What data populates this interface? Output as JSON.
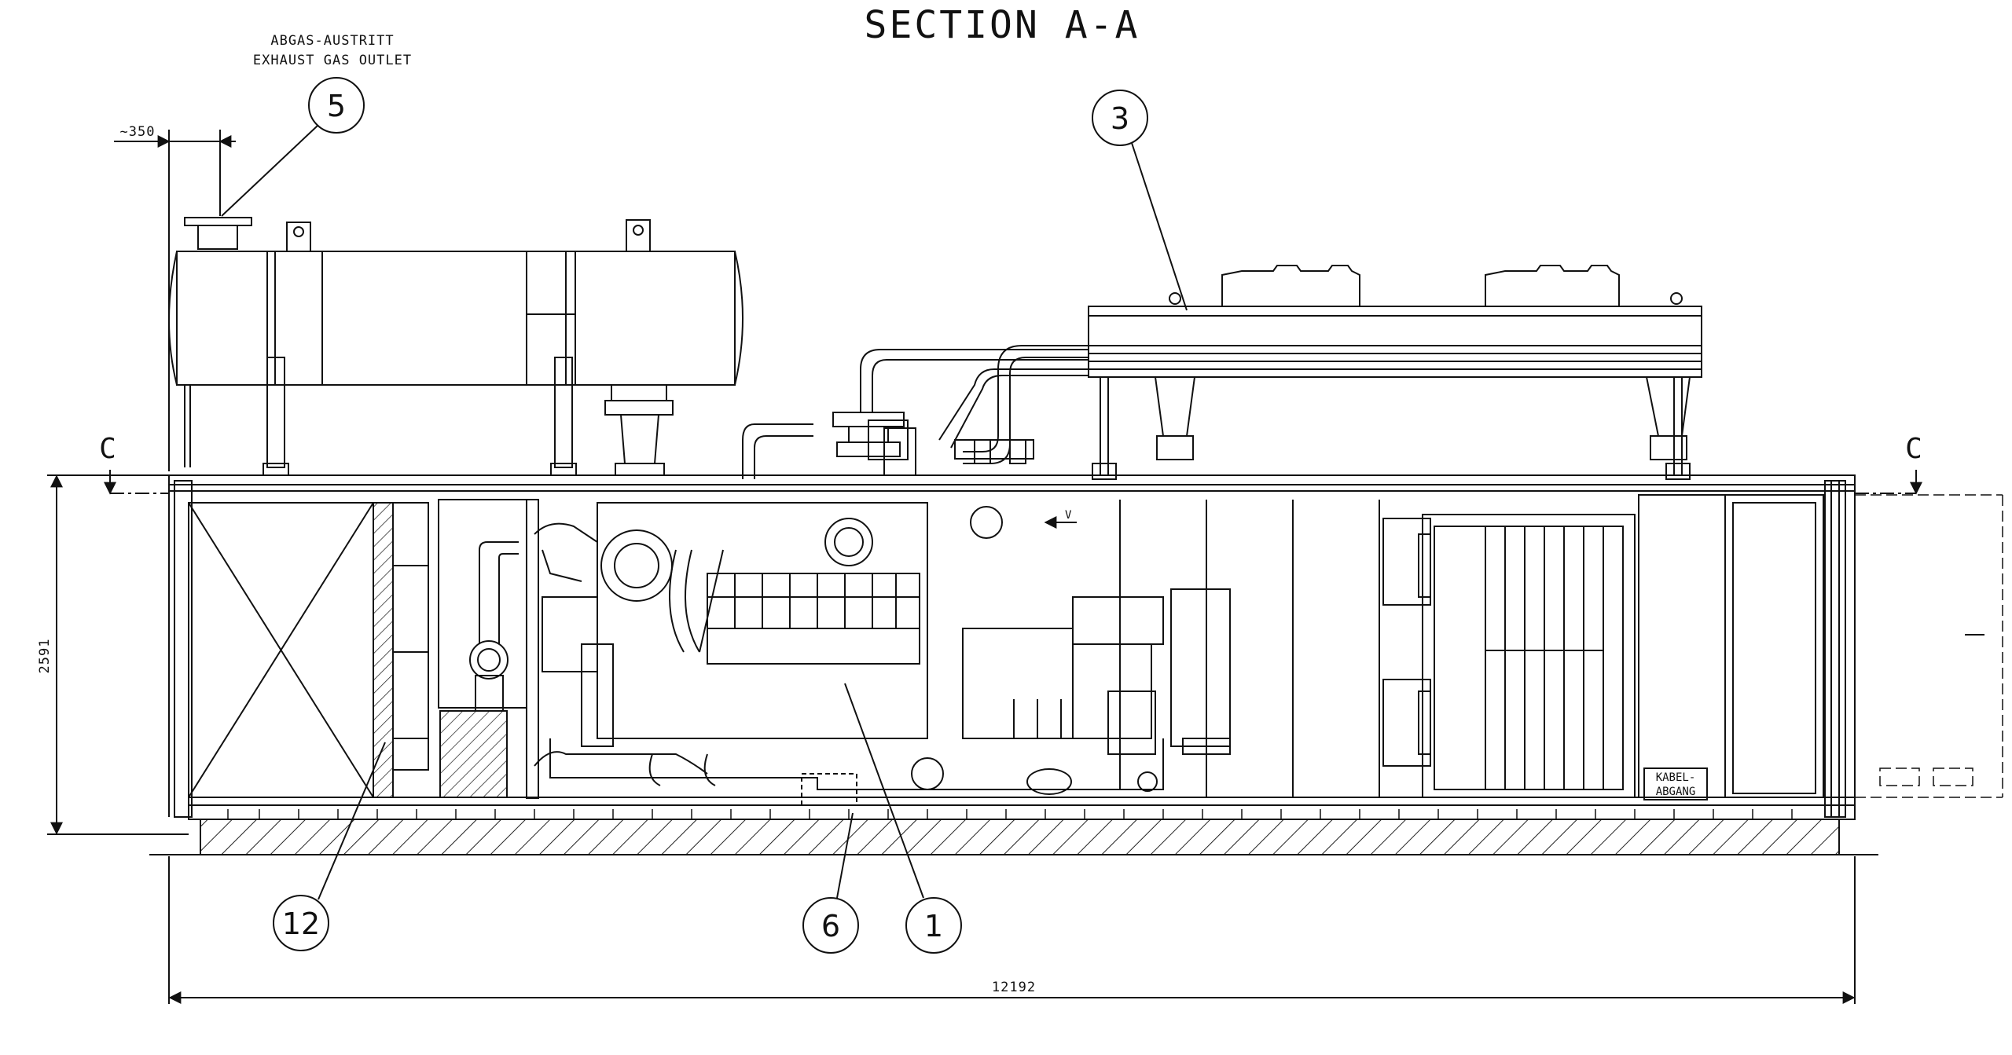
{
  "drawing": {
    "title": "SECTION A-A",
    "outlet_note_de": "ABGAS-AUSTRITT",
    "outlet_note_en": "EXHAUST GAS OUTLET",
    "section_marker_left": "C",
    "section_marker_right": "C",
    "dim_offset": "~350",
    "dim_height": "2591",
    "dim_length": "12192",
    "kabel_line1": "KABEL-",
    "kabel_line2": "ABGANG",
    "callouts": [
      {
        "num": "5"
      },
      {
        "num": "3"
      },
      {
        "num": "12"
      },
      {
        "num": "6"
      },
      {
        "num": "1"
      }
    ]
  }
}
